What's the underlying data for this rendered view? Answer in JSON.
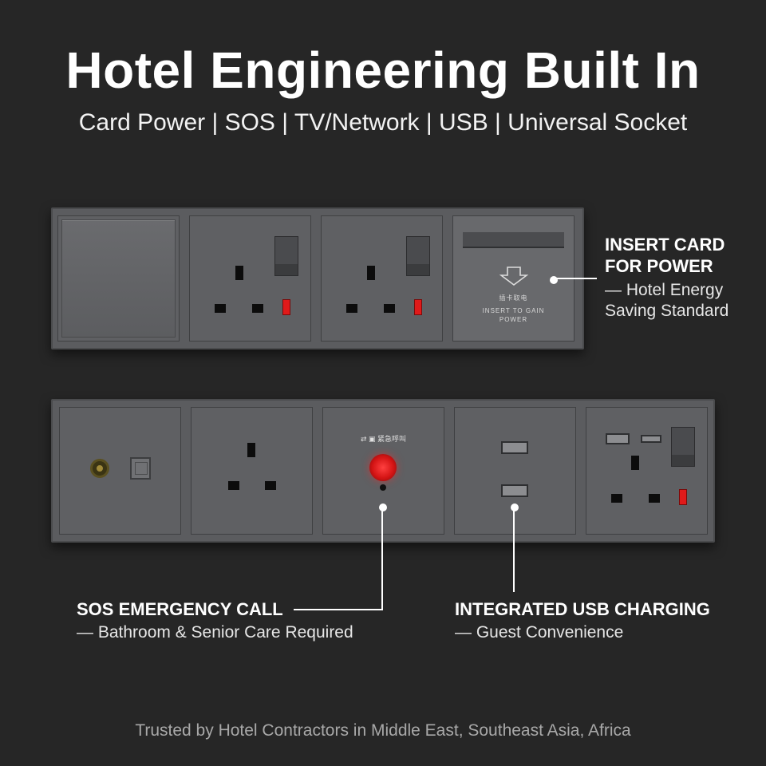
{
  "header": {
    "title": "Hotel Engineering Built In",
    "subtitle": "Card Power | SOS | TV/Network | USB | Universal Socket"
  },
  "card_switch": {
    "chinese": "插卡取电",
    "english_line1": "INSERT TO GAIN",
    "english_line2": "POWER"
  },
  "sos_module": {
    "label": "⇄ ▣ 紧急呼叫"
  },
  "callouts": {
    "card": {
      "title_line1": "INSERT CARD",
      "title_line2": "FOR POWER",
      "sub_line1": "— Hotel Energy",
      "sub_line2": "Saving Standard"
    },
    "sos": {
      "title": "SOS EMERGENCY CALL",
      "sub": "— Bathroom & Senior Care Required"
    },
    "usb": {
      "title": "INTEGRATED USB CHARGING",
      "sub": "— Guest Convenience"
    }
  },
  "footer": {
    "text": "Trusted by Hotel Contractors in Middle East, Southeast Asia, Africa"
  },
  "colors": {
    "background": "#262626",
    "panel": "#5b5c5f",
    "indicator_red": "#e01a1a"
  }
}
